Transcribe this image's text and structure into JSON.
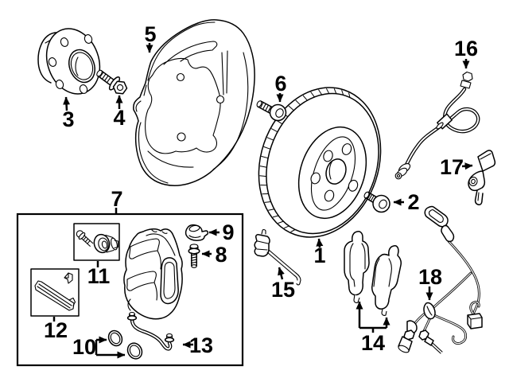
{
  "figure": {
    "kind": "exploded-brake-parts-diagram",
    "background_color": "#ffffff",
    "line_color": "#000000"
  },
  "callouts": [
    {
      "label": "1",
      "part": "brake-rotor"
    },
    {
      "label": "2",
      "part": "rotor-screw"
    },
    {
      "label": "3",
      "part": "wheel-hub"
    },
    {
      "label": "4",
      "part": "hub-bolt"
    },
    {
      "label": "5",
      "part": "splash-shield"
    },
    {
      "label": "6",
      "part": "shield-bolt"
    },
    {
      "label": "7",
      "part": "caliper-assembly-group"
    },
    {
      "label": "8",
      "part": "bleeder-screw"
    },
    {
      "label": "9",
      "part": "bleeder-cap"
    },
    {
      "label": "10",
      "part": "seal-rings"
    },
    {
      "label": "11",
      "part": "guide-pin-kit"
    },
    {
      "label": "12",
      "part": "pad-retainer-spring"
    },
    {
      "label": "13",
      "part": "brake-pipe"
    },
    {
      "label": "14",
      "part": "brake-pads"
    },
    {
      "label": "15",
      "part": "wear-indicator"
    },
    {
      "label": "16",
      "part": "brake-hose"
    },
    {
      "label": "17",
      "part": "speed-sensor"
    },
    {
      "label": "18",
      "part": "sensor-wire-harness"
    }
  ]
}
